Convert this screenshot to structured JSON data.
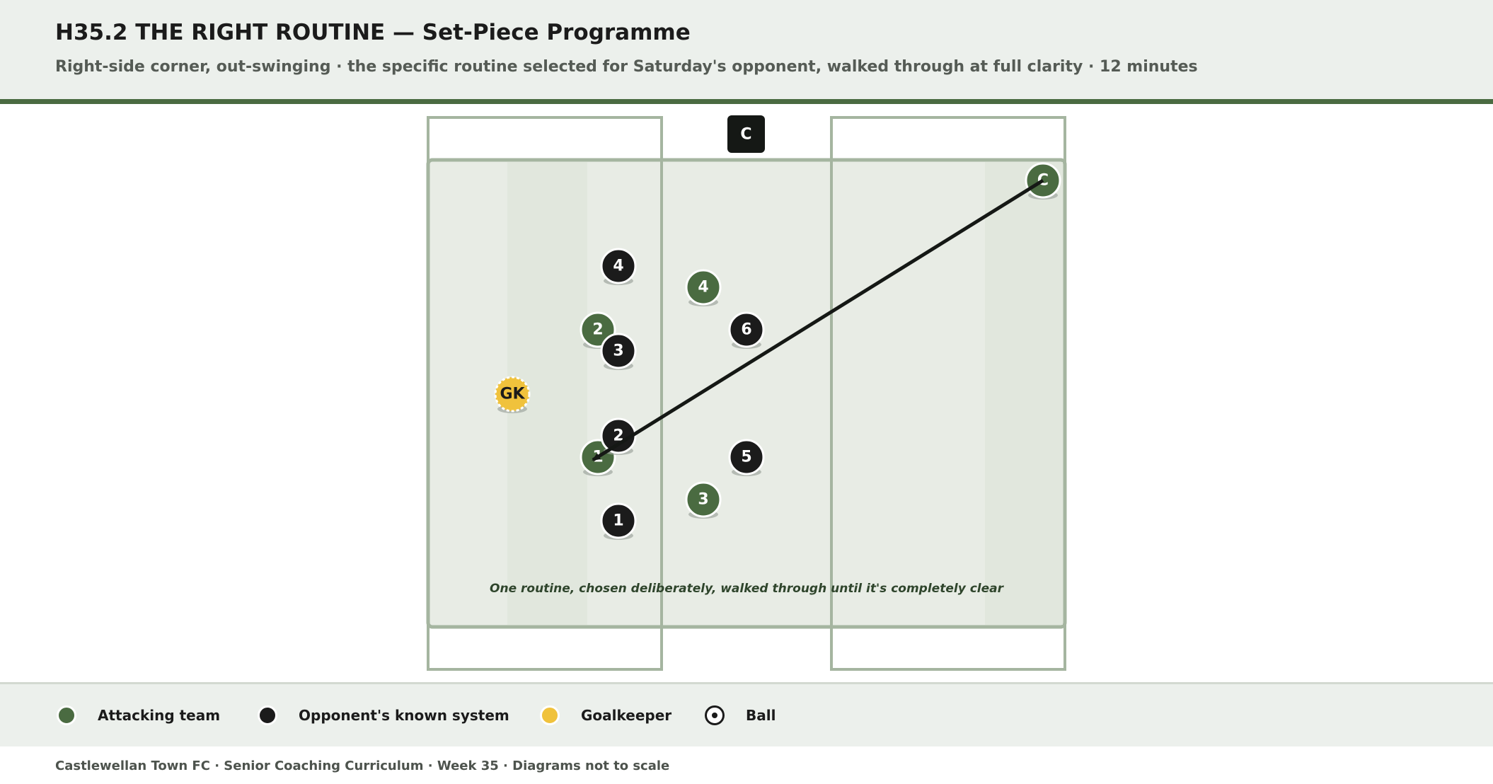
{
  "header": {
    "title": "H35.2 THE RIGHT ROUTINE — Set-Piece Programme",
    "subtitle": "Right-side corner, out-swinging · the specific routine selected for Saturday's opponent, walked through at full clarity · 12 minutes"
  },
  "diagram": {
    "coach_marker": "C",
    "caption": "One routine, chosen deliberately, walked through until it's completely clear",
    "tokens": [
      {
        "team": "attack",
        "label": "C",
        "name": "corner-taker"
      },
      {
        "team": "attack",
        "label": "4",
        "name": "attacker-4"
      },
      {
        "team": "attack",
        "label": "2",
        "name": "attacker-2"
      },
      {
        "team": "attack",
        "label": "1",
        "name": "attacker-1"
      },
      {
        "team": "attack",
        "label": "3",
        "name": "attacker-3"
      },
      {
        "team": "defend",
        "label": "4",
        "name": "opponent-4"
      },
      {
        "team": "defend",
        "label": "6",
        "name": "opponent-6"
      },
      {
        "team": "defend",
        "label": "3",
        "name": "opponent-3"
      },
      {
        "team": "defend",
        "label": "2",
        "name": "opponent-2"
      },
      {
        "team": "defend",
        "label": "5",
        "name": "opponent-5"
      },
      {
        "team": "defend",
        "label": "1",
        "name": "opponent-1"
      },
      {
        "team": "keeper",
        "label": "GK",
        "name": "goalkeeper"
      }
    ]
  },
  "legend": {
    "attacking": "Attacking team",
    "opponent": "Opponent's known system",
    "goalkeeper": "Goalkeeper",
    "ball": "Ball"
  },
  "footer": "Castlewellan Town FC · Senior Coaching Curriculum · Week 35 · Diagrams not to scale",
  "colors": {
    "attack": "#4a6b41",
    "opponent": "#1b1b1b",
    "keeper": "#f0c23c",
    "pitch": "#e8ece5",
    "pitch_stripe": "#e1e7dd",
    "lines": "#a5b5a0",
    "accent": "#4a6b41"
  }
}
